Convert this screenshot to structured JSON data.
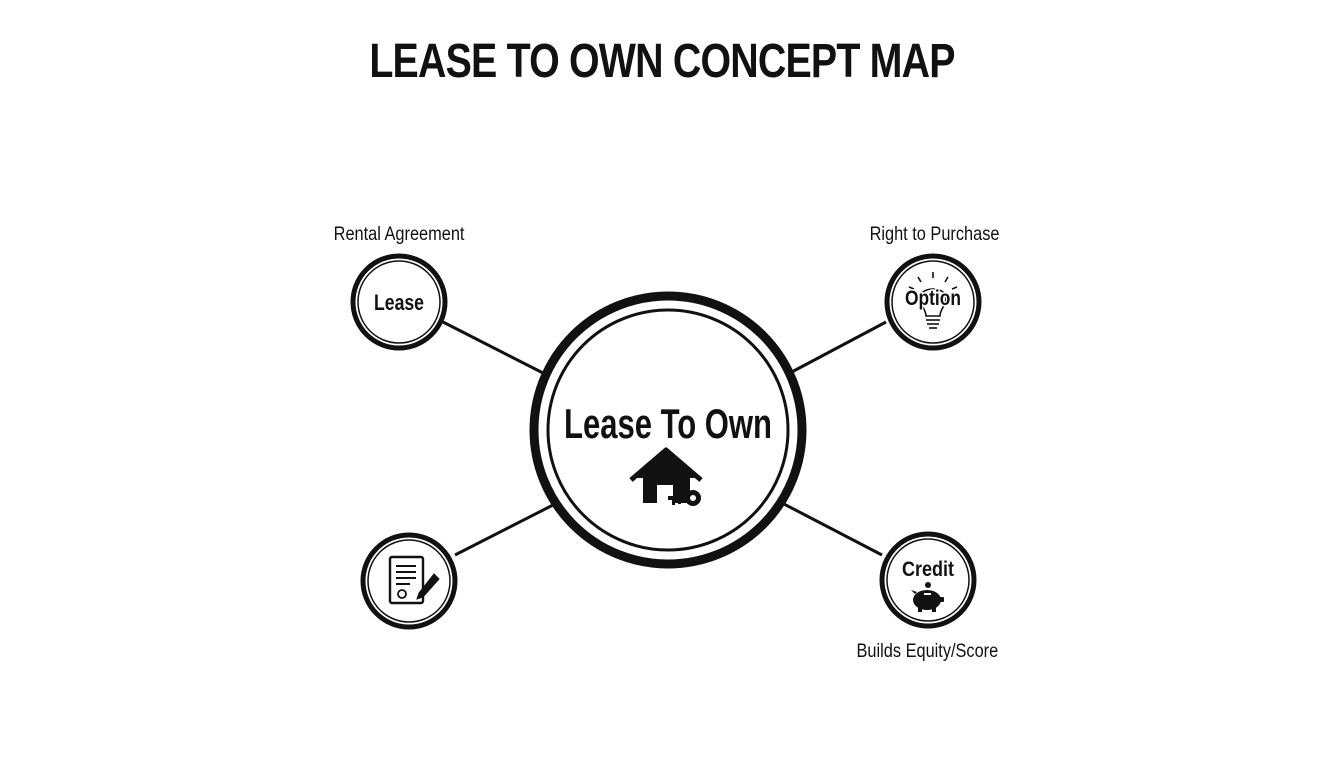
{
  "title": "LEASE TO OWN CONCEPT MAP",
  "center": {
    "label": "Lease To Own",
    "icon": "house-key-icon"
  },
  "nodes": {
    "lease": {
      "label": "Lease",
      "caption": "Rental Agreement"
    },
    "option": {
      "label": "Option",
      "caption": "Right to Purchase",
      "icon": "lightbulb-icon"
    },
    "contract": {
      "icon": "document-pen-icon"
    },
    "credit": {
      "label": "Credit",
      "caption": "Builds Equity/Score",
      "icon": "piggy-bank-icon"
    }
  },
  "colors": {
    "line": "#111111",
    "background": "#ffffff"
  }
}
